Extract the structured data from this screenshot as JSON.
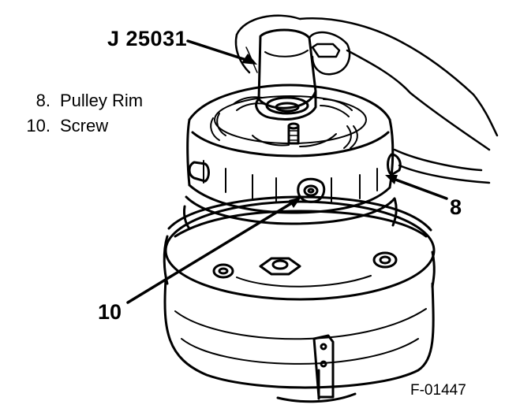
{
  "diagram": {
    "tool_label": "J 25031",
    "legend": [
      {
        "number": "8.",
        "text": "Pulley Rim"
      },
      {
        "number": "10.",
        "text": "Screw"
      }
    ],
    "callouts": {
      "pulley_rim": "8",
      "screw": "10"
    },
    "figure_id": "F-01447"
  }
}
